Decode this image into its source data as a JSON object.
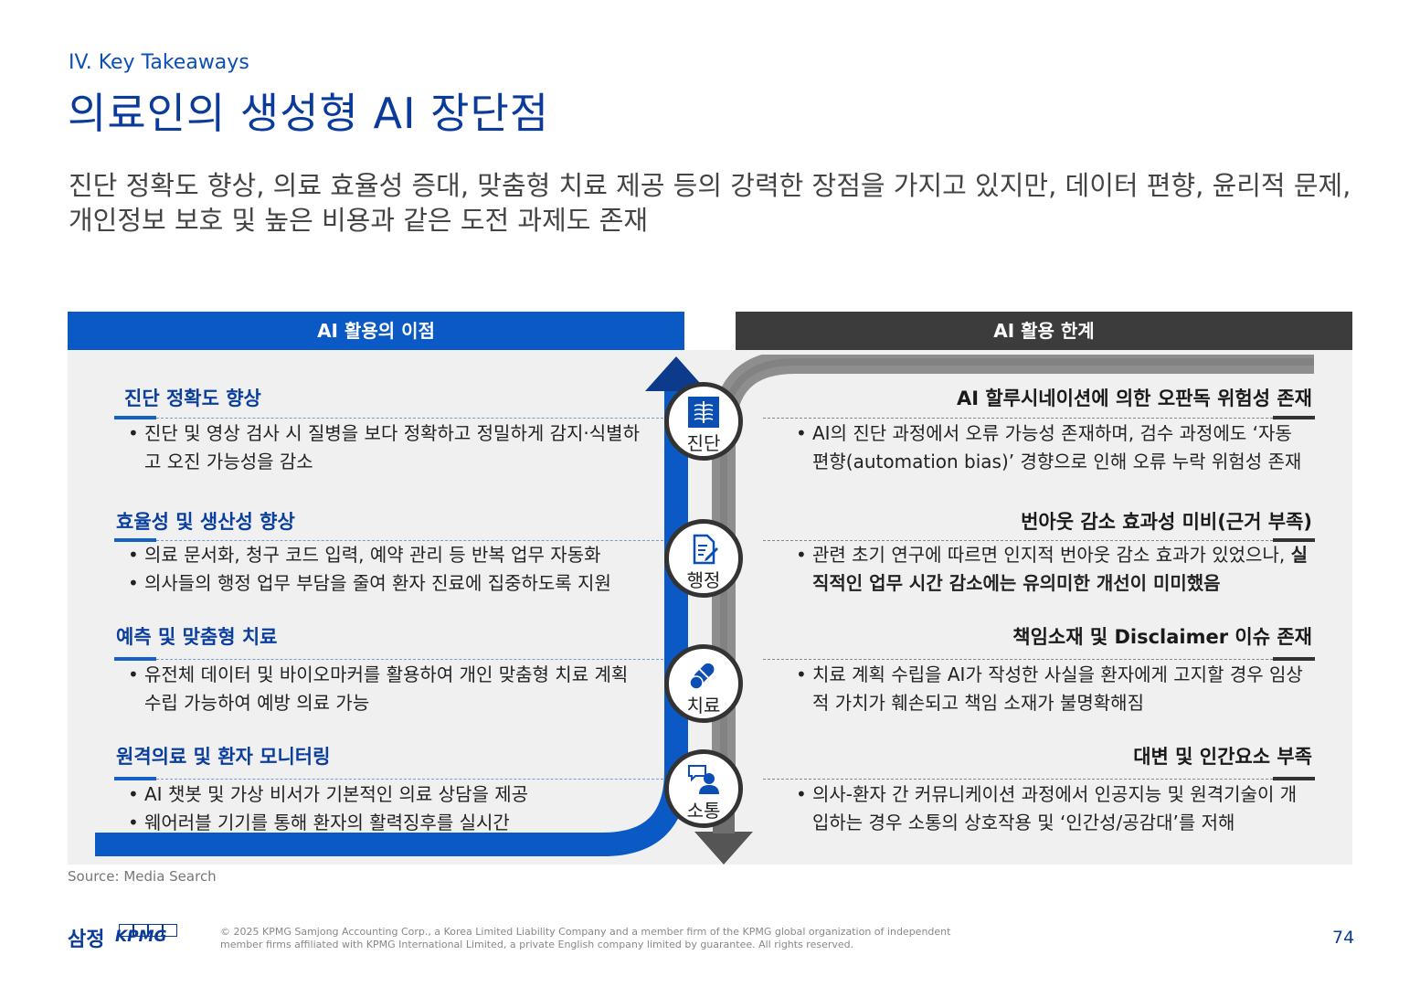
{
  "header": {
    "section": "IV. Key Takeaways",
    "title": "의료인의 생성형 AI 장단점",
    "subtitle": "진단 정확도 향상, 의료 효율성 증대, 맞춤형 치료 제공 등의 강력한 장점을 가지고 있지만, 데이터 편향, 윤리적 문제, 개인정보 보호 및 높은 비용과 같은 도전 과제도 존재"
  },
  "left": {
    "header": "AI 활용의 이점",
    "items": [
      {
        "heading": "진단 정확도 향상",
        "bullets": [
          "진단 및 영상 검사 시 질병을 보다 정확하고 정밀하게 감지·식별하고 오진 가능성을 감소"
        ]
      },
      {
        "heading": "효율성 및 생산성 향상",
        "bullets": [
          "의료 문서화, 청구 코드 입력, 예약 관리 등 반복 업무 자동화",
          "의사들의 행정 업무 부담을 줄여 환자 진료에 집중하도록 지원"
        ]
      },
      {
        "heading": "예측 및 맞춤형 치료",
        "bullets": [
          "유전체 데이터 및 바이오마커를 활용하여 개인 맞춤형 치료 계획 수립 가능하여 예방 의료 가능"
        ]
      },
      {
        "heading": "원격의료 및 환자 모니터링",
        "bullets": [
          "AI 챗봇 및 가상 비서가 기본적인 의료 상담을 제공",
          "웨어러블 기기를 통해 환자의 활력징후를 실시간"
        ]
      }
    ]
  },
  "right": {
    "header": "AI 활용 한계",
    "items": [
      {
        "heading": "AI 할루시네이션에 의한 오판독 위험성 존재",
        "bullets": [
          "AI의 진단 과정에서 오류 가능성 존재하며, 검수 과정에도 ‘자동 편향(automation bias)’ 경향으로 인해 오류 누락 위험성 존재"
        ]
      },
      {
        "heading": "번아웃 감소 효과성 미비(근거 부족)",
        "bullet_plain": "관련 초기 연구에 따르면 인지적 번아웃 감소 효과가 있었으나, ",
        "bullet_bold": "실직적인 업무 시간 감소에는 유의미한 개선이 미미했음"
      },
      {
        "heading": "책임소재 및 Disclaimer 이슈 존재",
        "bullets": [
          "치료 계획 수립을 AI가 작성한 사실을 환자에게 고지할 경우 임상적 가치가 훼손되고 책임 소재가 불명확해짐"
        ]
      },
      {
        "heading": "대변 및 인간요소 부족",
        "bullets": [
          "의사-환자 간 커뮤니케이션 과정에서 인공지능 및 원격기술이 개입하는 경우 소통의 상호작용 및 ‘인간성/공감대’를 저해"
        ]
      }
    ]
  },
  "stages": [
    {
      "label": "진단",
      "icon": "xray-icon"
    },
    {
      "label": "행정",
      "icon": "document-edit-icon"
    },
    {
      "label": "치료",
      "icon": "pills-icon"
    },
    {
      "label": "소통",
      "icon": "chat-person-icon"
    }
  ],
  "source": "Source: Media Search",
  "footer": {
    "logo_kr": "삼정",
    "logo_en": "KPMG",
    "copyright": "© 2025 KPMG Samjong Accounting Corp., a Korea Limited Liability Company and a member firm of the KPMG global organization of independent member firms affiliated with KPMG International Limited, a private English company limited by guarantee. All rights reserved.",
    "page": "74"
  },
  "colors": {
    "blue": "#0a59c4",
    "dark": "#3c3c3c",
    "panel": "#f0f0f0",
    "title": "#0b3b9a"
  }
}
